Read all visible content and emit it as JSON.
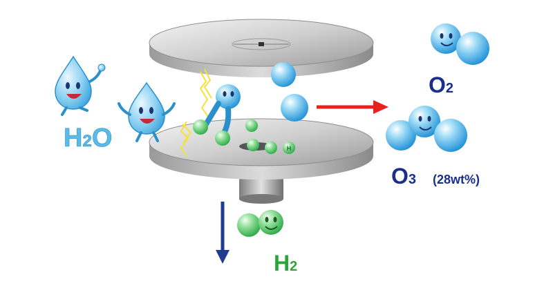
{
  "labels": {
    "water": "H",
    "water_sub": "2",
    "water_tail": "O",
    "oxygen": "O",
    "oxygen_sub": "2",
    "ozone": "O",
    "ozone_sub": "3",
    "ozone_note": "(28wt%)",
    "hydrogen": "H",
    "hydrogen_sub": "2",
    "hydrogen_atom": "H"
  },
  "colors": {
    "water_label": "#5bbbe6",
    "oxygen_label": "#1b2f8a",
    "hydrogen_label": "#2aa53c",
    "oxygen_arrow": "#e8201e",
    "hydrogen_arrow": "#1f3c8f",
    "spark": "#f6e13a"
  },
  "icons": [
    "water-drop-character-icon",
    "oxygen-molecule-icon",
    "ozone-molecule-icon",
    "hydrogen-molecule-icon",
    "spark-icon",
    "electrode-plate-icon"
  ]
}
